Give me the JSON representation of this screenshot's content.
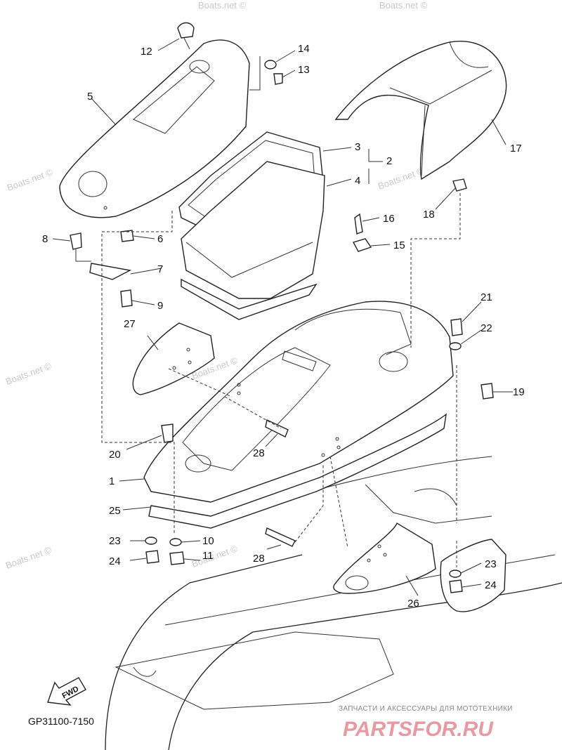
{
  "diagram_code": "GP31100-7150",
  "direction_arrow": "FWD",
  "watermark": "Boats.net ©",
  "brand": {
    "tagline": "ЗАПЧАСТИ И АКСЕССУАРЫ ДЛЯ МОТОТЕХНИКИ",
    "name": "PARTSFOR.RU",
    "color": "#e89aa3"
  },
  "parts": [
    {
      "id": "p12",
      "label": "12"
    },
    {
      "id": "p14",
      "label": "14"
    },
    {
      "id": "p13",
      "label": "13"
    },
    {
      "id": "p5",
      "label": "5"
    },
    {
      "id": "p3",
      "label": "3"
    },
    {
      "id": "p2",
      "label": "2"
    },
    {
      "id": "p4",
      "label": "4"
    },
    {
      "id": "p17",
      "label": "17"
    },
    {
      "id": "p16",
      "label": "16"
    },
    {
      "id": "p15",
      "label": "15"
    },
    {
      "id": "p18",
      "label": "18"
    },
    {
      "id": "p8",
      "label": "8"
    },
    {
      "id": "p6",
      "label": "6"
    },
    {
      "id": "p7",
      "label": "7"
    },
    {
      "id": "p9",
      "label": "9"
    },
    {
      "id": "p21",
      "label": "21"
    },
    {
      "id": "p22",
      "label": "22"
    },
    {
      "id": "p27",
      "label": "27"
    },
    {
      "id": "p19",
      "label": "19"
    },
    {
      "id": "p28a",
      "label": "28"
    },
    {
      "id": "p20",
      "label": "20"
    },
    {
      "id": "p1",
      "label": "1"
    },
    {
      "id": "p25",
      "label": "25"
    },
    {
      "id": "p23a",
      "label": "23"
    },
    {
      "id": "p10",
      "label": "10"
    },
    {
      "id": "p24a",
      "label": "24"
    },
    {
      "id": "p11",
      "label": "11"
    },
    {
      "id": "p28b",
      "label": "28"
    },
    {
      "id": "p23b",
      "label": "23"
    },
    {
      "id": "p24b",
      "label": "24"
    },
    {
      "id": "p26",
      "label": "26"
    }
  ]
}
